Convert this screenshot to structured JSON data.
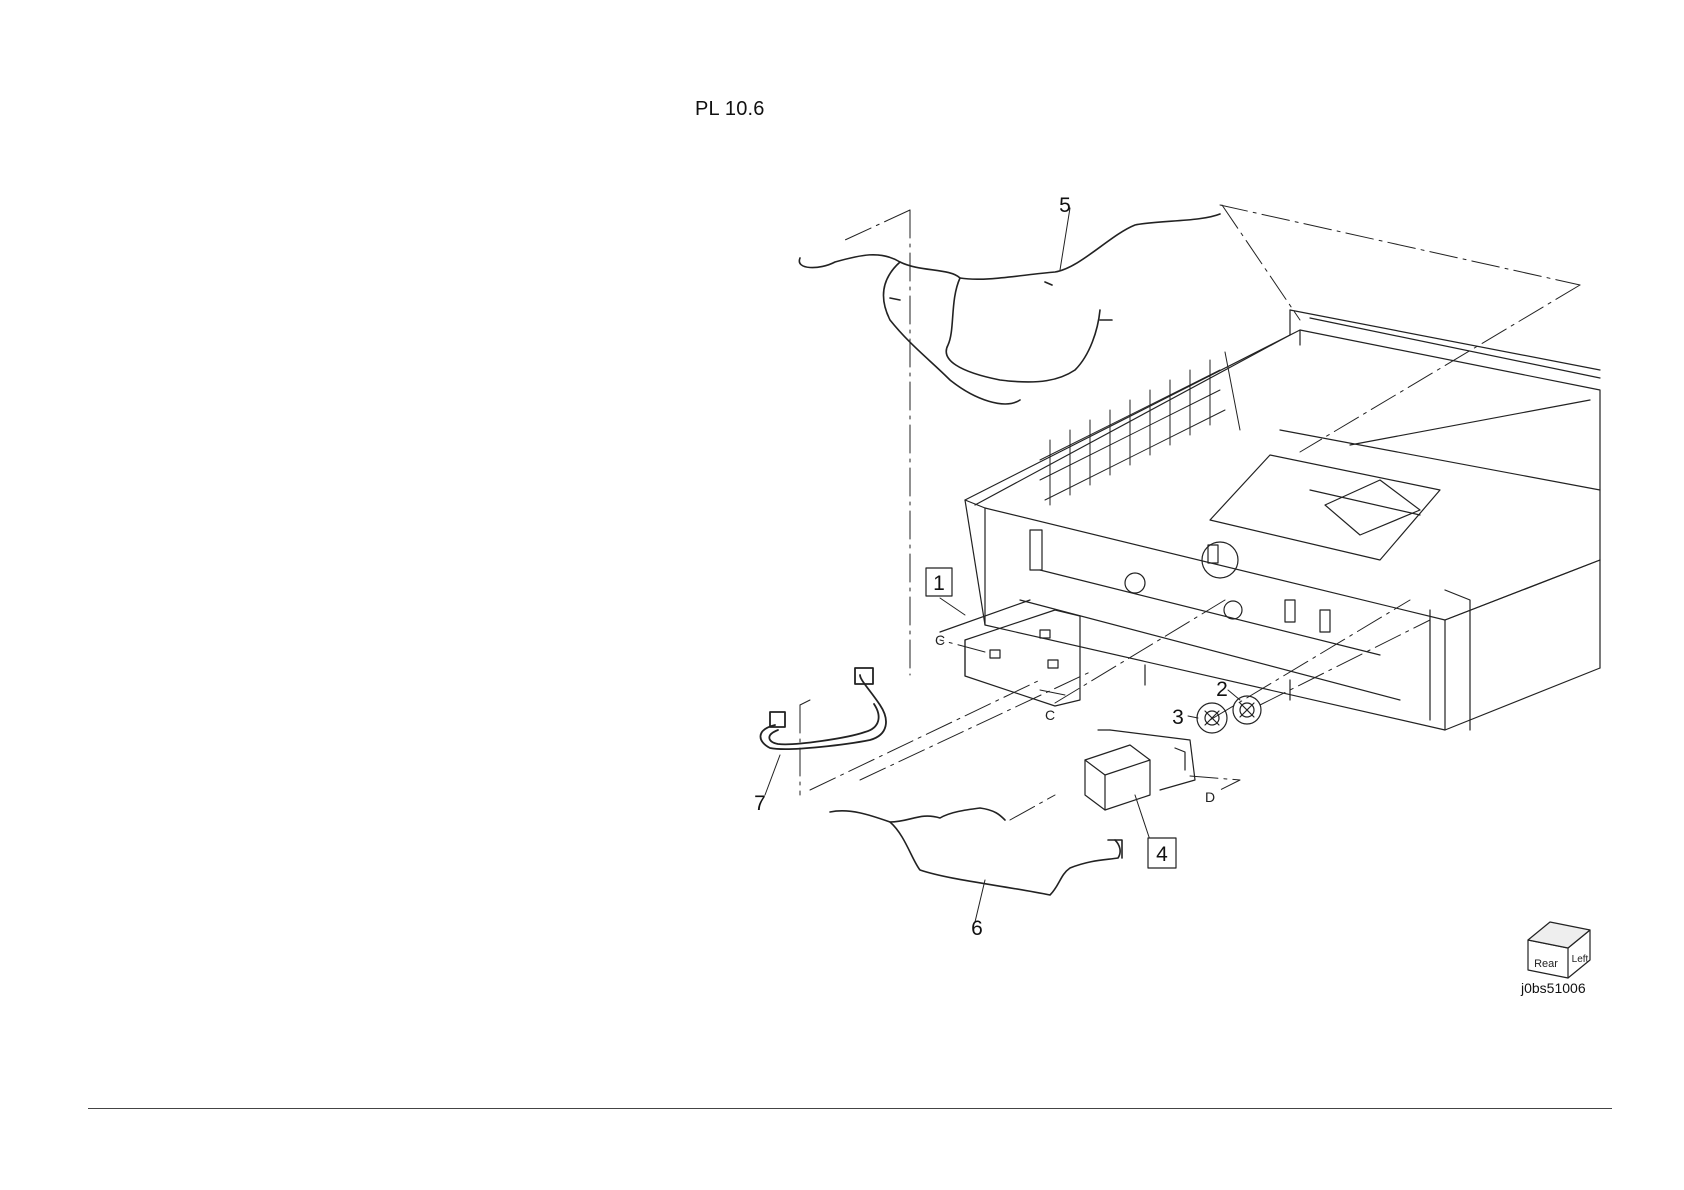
{
  "page": {
    "title": "PL 10.6",
    "figure_id": "j0bs51006"
  },
  "callouts": {
    "c1": "1",
    "c2": "2",
    "c3": "3",
    "c4": "4",
    "c5": "5",
    "c6": "6",
    "c7": "7"
  },
  "connection_letters": {
    "c_top": "C",
    "c_bottom": "C",
    "d": "D"
  },
  "orientation_cube": {
    "front": "Rear",
    "side": "Left"
  }
}
